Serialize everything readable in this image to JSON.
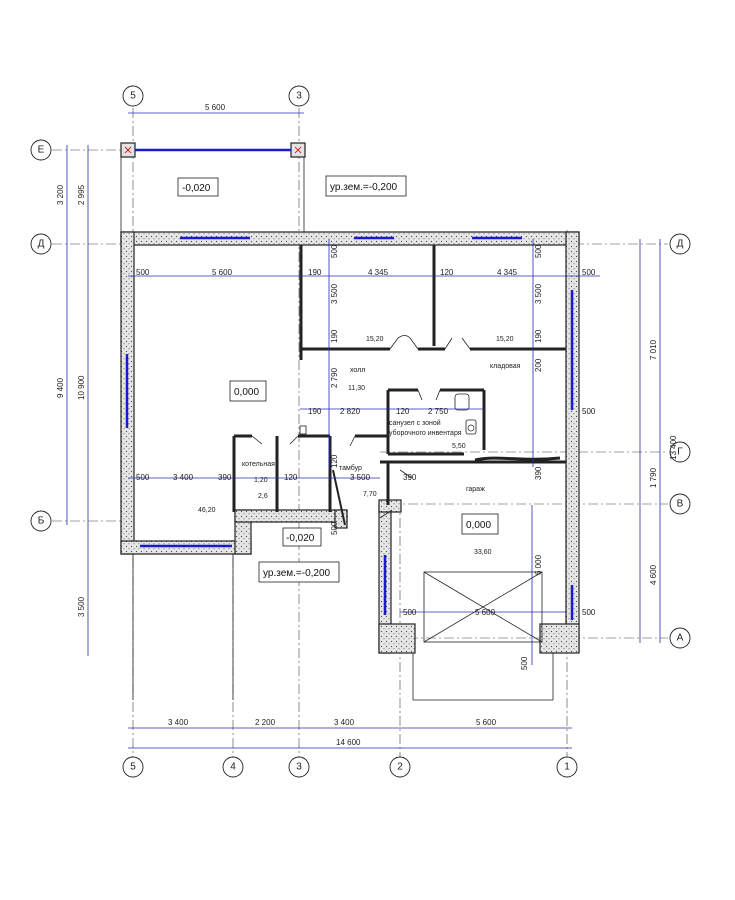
{
  "axes": {
    "vertical": [
      "5",
      "3",
      "5",
      "4",
      "3",
      "2",
      "1"
    ],
    "horizontal_left": [
      "Е",
      "Д",
      "Б"
    ],
    "horizontal_right": [
      "Д",
      "Г",
      "В",
      "А"
    ]
  },
  "dimensions_top": {
    "span_5_3": "5 600"
  },
  "dimensions_bottom": {
    "d1": "3 400",
    "d2": "2 200",
    "d3": "3 400",
    "d4": "5 600",
    "total": "14 600"
  },
  "dimensions_left": {
    "d1": "3 200",
    "d2": "2 995",
    "d3": "9 400",
    "d4": "10 900",
    "d5": "3 500"
  },
  "dimensions_right": {
    "d1": "7 010",
    "d2": "13 400",
    "d3": "1 790",
    "d4": "4 600"
  },
  "interior_dims": {
    "a": "500",
    "b": "5 600",
    "c": "190",
    "d": "4 345",
    "e": "120",
    "f": "4 345",
    "g": "500",
    "h": "500",
    "i": "3 500",
    "j": "3 500",
    "k": "500",
    "l": "190",
    "m": "190",
    "n": "2 790",
    "o": "200",
    "p": "190",
    "q": "2 820",
    "r": "120",
    "s": "2 750",
    "t": "500",
    "u": "500",
    "v": "3 400",
    "w": "390",
    "x": "120",
    "y": "120",
    "z": "3 500",
    "aa": "390",
    "ab": "390",
    "ac": "500",
    "ad": "6 000",
    "ae": "500",
    "af": "5 600",
    "ag": "500",
    "ah": "500"
  },
  "levels": {
    "top_outer": "-0,020",
    "ground_top": "ур.зем.=-0,200",
    "main_room": "0,000",
    "entry_outer": "-0,020",
    "ground_bottom": "ур.зем.=-0,200",
    "garage": "0,000"
  },
  "rooms": {
    "hall_name": "холл",
    "hall_area": "11,30",
    "room1_area": "15,20",
    "room2_area": "15,20",
    "pantry": "кладовая",
    "bath_name": "санузел с зоной",
    "bath_name2": "уборочного инвентаря",
    "bath_area": "5,50",
    "boiler": "котельная",
    "boiler_area": "1,20",
    "small_area": "2,6",
    "tambour": "тамбур",
    "tambour_area": "7,70",
    "living_area": "46,20",
    "garage_name": "гараж",
    "garage_area": "33,60"
  }
}
